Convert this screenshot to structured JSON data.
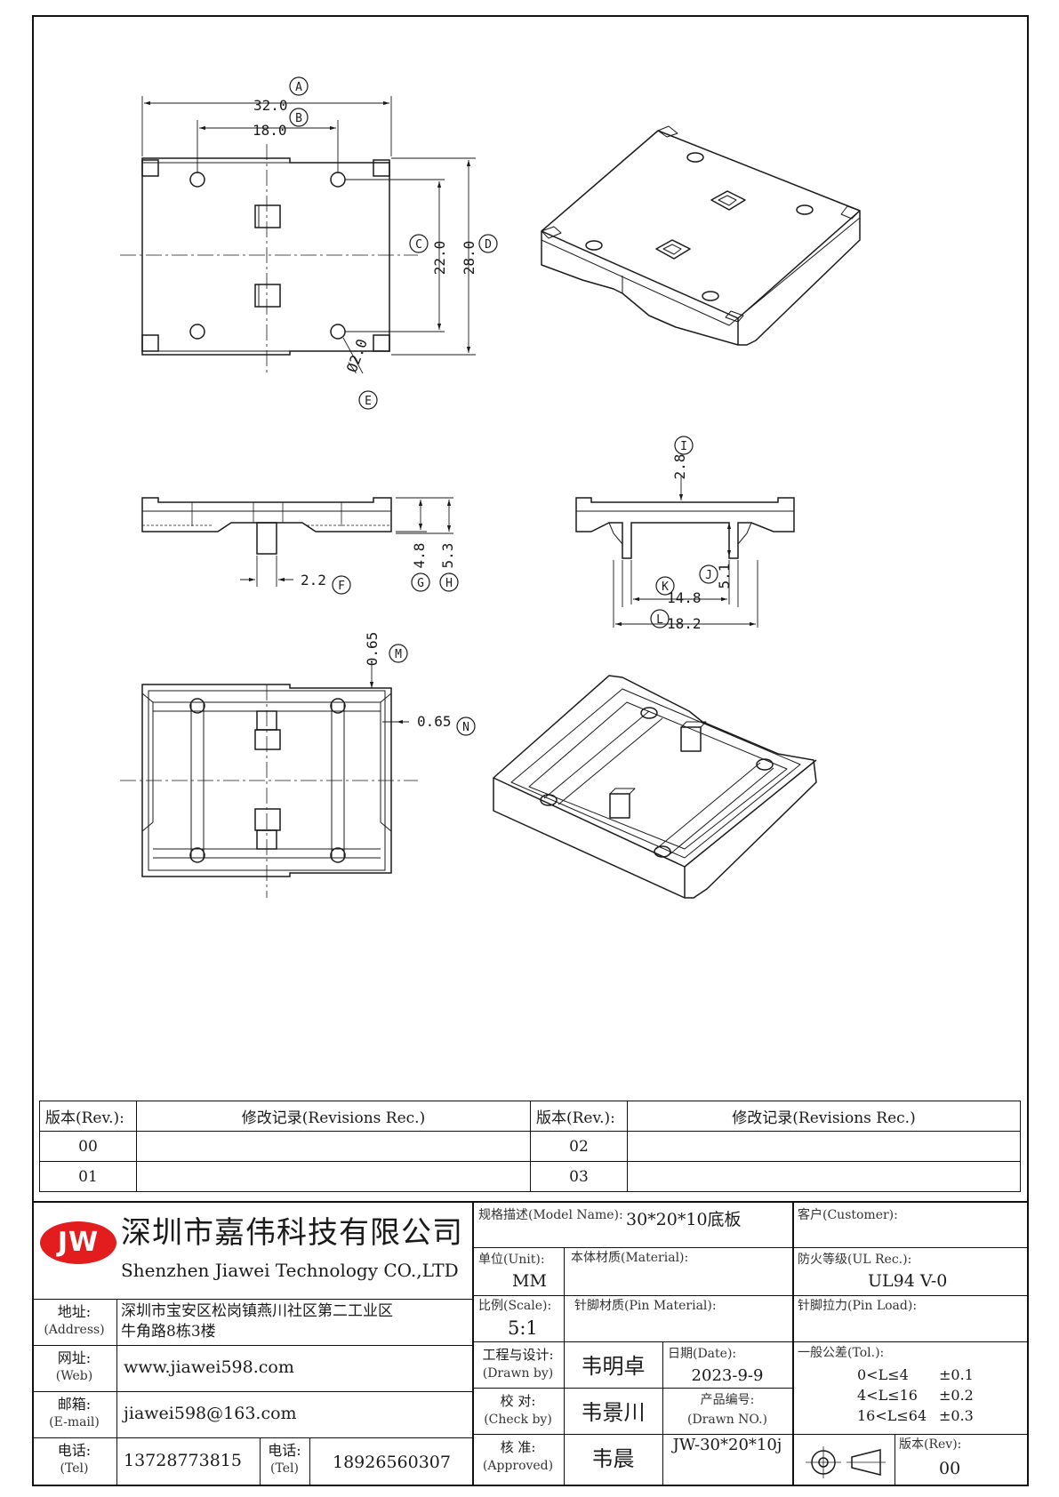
{
  "dimensions": {
    "A": {
      "label": "A",
      "value": "32.0"
    },
    "B": {
      "label": "B",
      "value": "18.0"
    },
    "C": {
      "label": "C",
      "value": "22.0"
    },
    "D": {
      "label": "D",
      "value": "28.0"
    },
    "E": {
      "label": "E",
      "value": "Ø2.0"
    },
    "F": {
      "label": "F",
      "value": "2.2"
    },
    "G": {
      "label": "G",
      "value": "4.8"
    },
    "H": {
      "label": "H",
      "value": "5.3"
    },
    "I": {
      "label": "I",
      "value": "2.8"
    },
    "J": {
      "label": "J",
      "value": "5.1"
    },
    "K": {
      "label": "K",
      "value": "14.8"
    },
    "L": {
      "label": "L",
      "value": "18.2"
    },
    "M": {
      "label": "M",
      "value": "0.65"
    },
    "N": {
      "label": "N",
      "value": "0.65"
    }
  },
  "revisions": {
    "header_rev": "版本(Rev.):",
    "header_rec": "修改记录(Revisions Rec.)",
    "rows_left": [
      "00",
      "01"
    ],
    "rows_right": [
      "02",
      "03"
    ]
  },
  "company": {
    "logo": "JW",
    "name_cn": "深圳市嘉伟科技有限公司",
    "name_en": "Shenzhen Jiawei Technology CO.,LTD",
    "address_label": "地址:",
    "address_label_en": "(Address)",
    "address_line1": "深圳市宝安区松岗镇燕川社区第二工业区",
    "address_line2": "牛角路8栋3楼",
    "web_label": "网址:",
    "web_label_en": "(Web)",
    "web": "www.jiawei598.com",
    "email_label": "邮箱:",
    "email_label_en": "(E-mail)",
    "email": "jiawei598@163.com",
    "tel_label": "电话:",
    "tel_label_en": "(Tel)",
    "tel1": "13728773815",
    "tel2": "18926560307"
  },
  "title": {
    "model_label": "规格描述(Model Name):",
    "model": "30*20*10底板",
    "customer_label": "客户(Customer):",
    "customer": "",
    "unit_label": "单位(Unit):",
    "unit": "MM",
    "material_label": "本体材质(Material):",
    "material": "",
    "ul_label": "防火等级(UL Rec.):",
    "ul": "UL94 V-0",
    "scale_label": "比例(Scale):",
    "scale": "5:1",
    "pin_material_label": "针脚材质(Pin Material):",
    "pin_load_label": "针脚拉力(Pin Load):",
    "drawn_label": "工程与设计:",
    "drawn_label_en": "(Drawn by)",
    "drawn": "韦明卓",
    "date_label": "日期(Date):",
    "date": "2023-9-9",
    "check_label": "校  对:",
    "check_label_en": "(Check by)",
    "check": "韦景川",
    "drawing_no_label": "产品编号:",
    "drawing_no_label_en": "(Drawn NO.)",
    "drawing_no": "JW-30*20*10j",
    "approved_label": "核  准:",
    "approved_label_en": "(Approved)",
    "approved": "韦晨",
    "tol_label": "一般公差(Tol.):",
    "tol_rows": [
      {
        "range": "0<L≤4",
        "tol": "±0.1"
      },
      {
        "range": "4<L≤16",
        "tol": "±0.2"
      },
      {
        "range": "16<L≤64",
        "tol": "±0.3"
      }
    ],
    "version_label": "版本(Rev):",
    "version": "00"
  },
  "colors": {
    "logo_red": "#e31d1d",
    "line": "#1a1a1a"
  }
}
